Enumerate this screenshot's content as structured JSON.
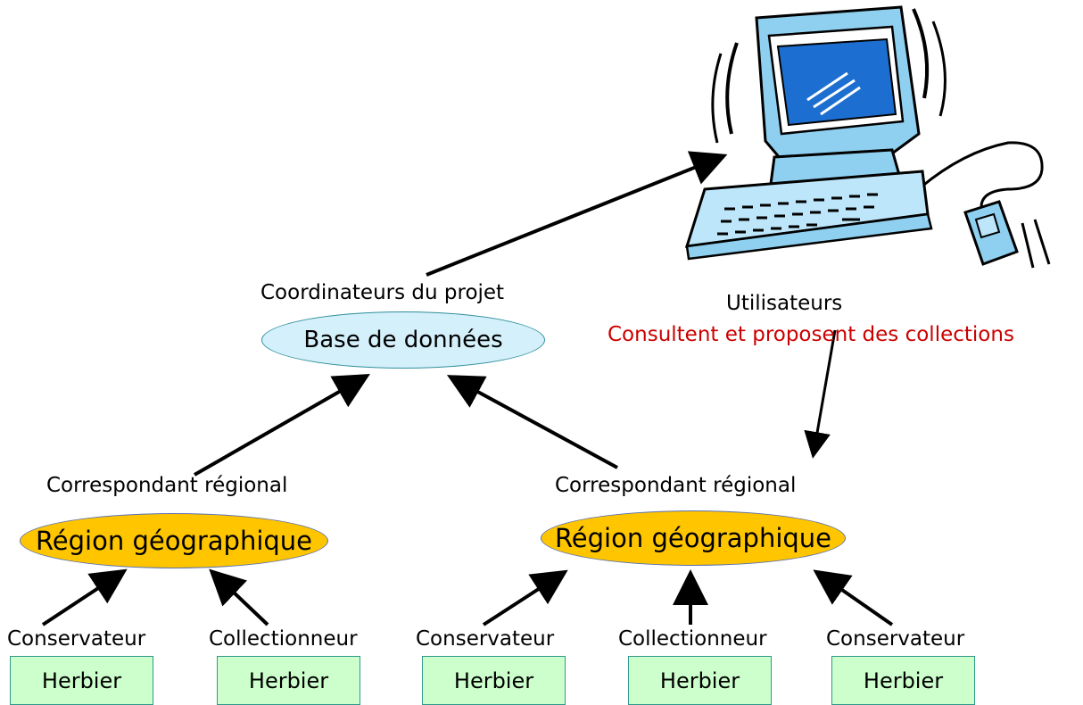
{
  "top_label": "Coordinateurs du projet",
  "database": "Base de données",
  "users": {
    "label": "Utilisateurs",
    "action": "Consultent et proposent des collections",
    "action_color": "#cc0000"
  },
  "regions": [
    {
      "correspondent": "Correspondant régional",
      "name": "Région géographique"
    },
    {
      "correspondent": "Correspondant régional",
      "name": "Région géographique"
    }
  ],
  "herbaria": [
    {
      "role": "Conservateur",
      "box": "Herbier"
    },
    {
      "role": "Collectionneur",
      "box": "Herbier"
    },
    {
      "role": "Conservateur",
      "box": "Herbier"
    },
    {
      "role": "Collectionneur",
      "box": "Herbier"
    },
    {
      "role": "Conservateur",
      "box": "Herbier"
    }
  ],
  "colors": {
    "database_fill": "#d4f0fb",
    "region_fill": "#ffc600",
    "herbier_fill": "#ccffcc"
  },
  "icons": [
    "computer-icon"
  ]
}
